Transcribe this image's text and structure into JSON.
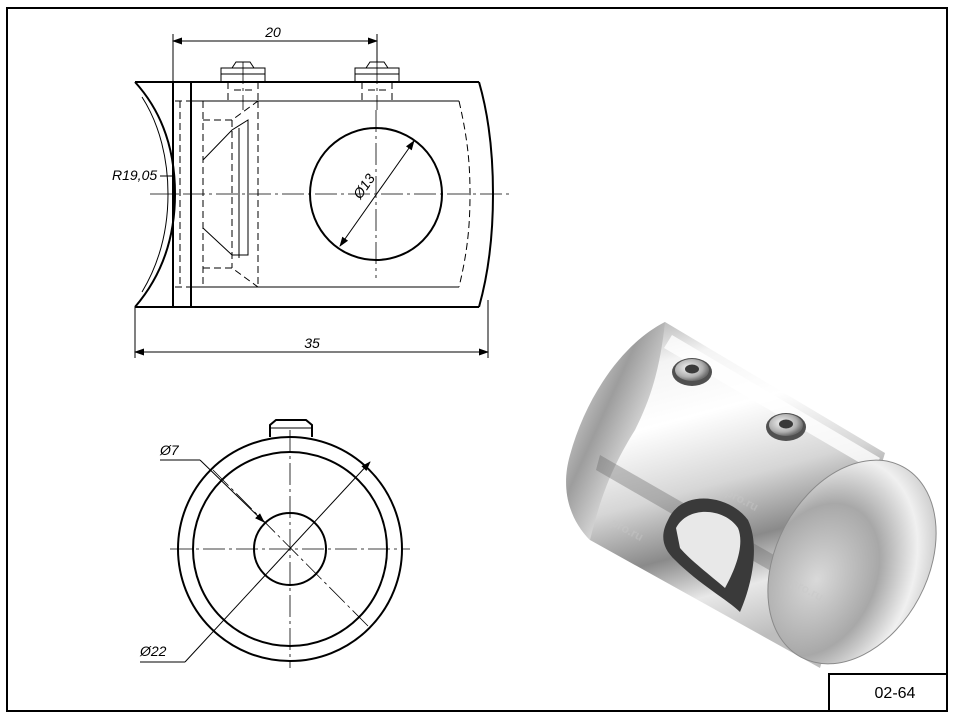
{
  "drawing": {
    "code": "02-64",
    "dimensions": {
      "length_top": "20",
      "length_total": "35",
      "radius": "R19,05",
      "hole_diameter": "Ø13",
      "small_diameter": "Ø7",
      "outer_diameter": "Ø22"
    },
    "watermark": "pro.ru"
  },
  "colors": {
    "line": "#000000",
    "background": "#ffffff",
    "metal_light": "#f2f2f2",
    "metal_dark": "#6e6e6e"
  }
}
